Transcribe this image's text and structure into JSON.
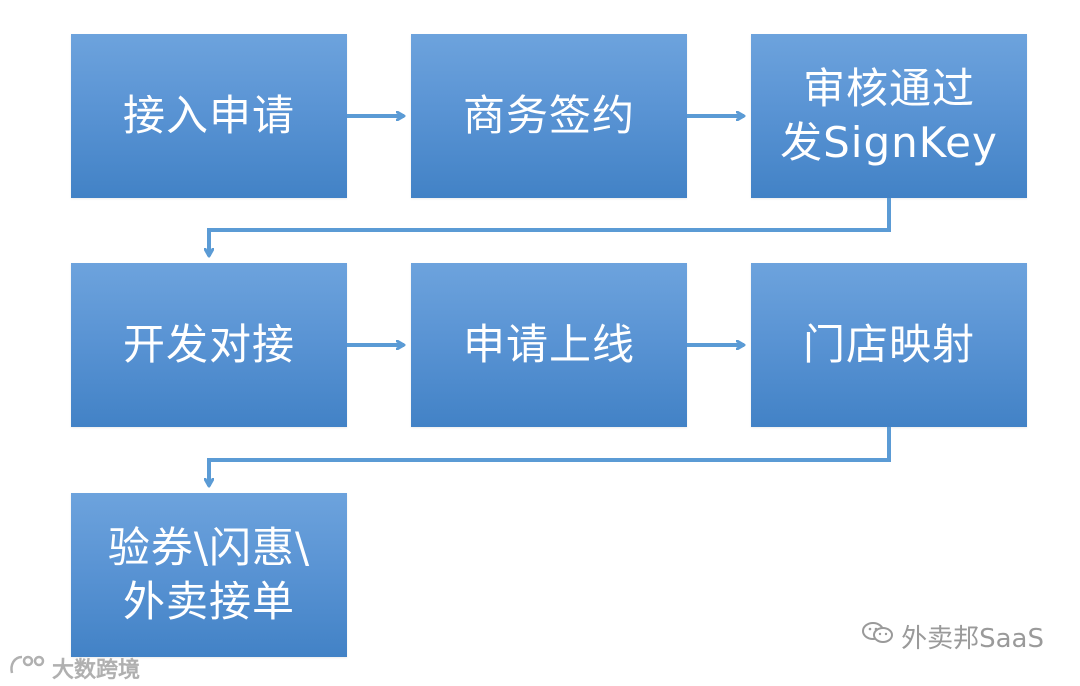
{
  "colors": {
    "box_fill": "#5a94d4",
    "arrow": "#5b9bd5",
    "text": "#ffffff",
    "watermark": "#9a9a9a"
  },
  "steps": [
    {
      "lines": [
        "接入申请"
      ]
    },
    {
      "lines": [
        "商务签约"
      ]
    },
    {
      "lines": [
        "审核通过",
        "发SignKey"
      ]
    },
    {
      "lines": [
        "开发对接"
      ]
    },
    {
      "lines": [
        "申请上线"
      ]
    },
    {
      "lines": [
        "门店映射"
      ]
    },
    {
      "lines": [
        "验券\\闪惠\\",
        "外卖接单"
      ]
    }
  ],
  "watermarks": {
    "right": "外卖邦SaaS",
    "left": "大数跨境"
  }
}
